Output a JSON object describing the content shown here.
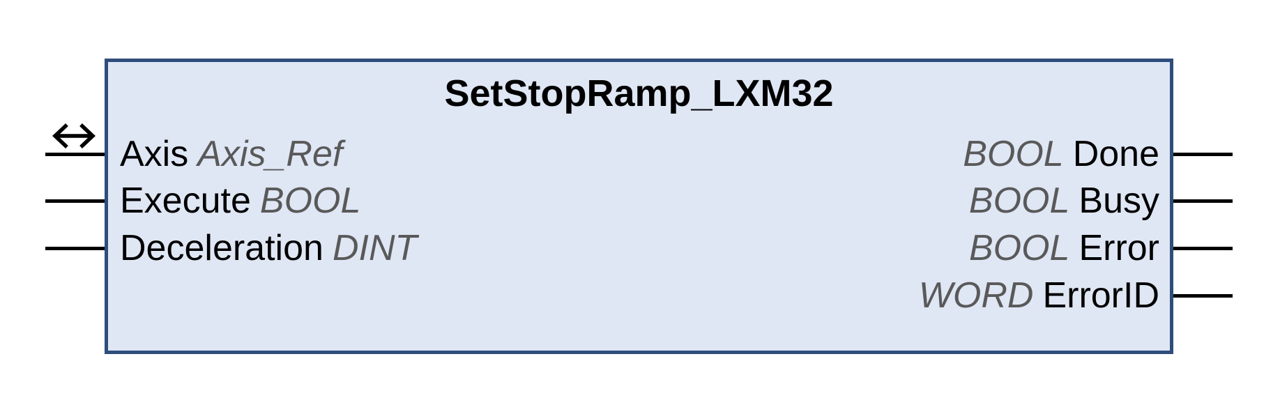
{
  "block": {
    "title": "SetStopRamp_LXM32",
    "inputs": [
      {
        "name": "Axis",
        "type": "Axis_Ref",
        "inout": true
      },
      {
        "name": "Execute",
        "type": "BOOL",
        "inout": false
      },
      {
        "name": "Deceleration",
        "type": "DINT",
        "inout": false
      }
    ],
    "outputs": [
      {
        "name": "Done",
        "type": "BOOL"
      },
      {
        "name": "Busy",
        "type": "BOOL"
      },
      {
        "name": "Error",
        "type": "BOOL"
      },
      {
        "name": "ErrorID",
        "type": "WORD"
      }
    ],
    "icons": {
      "inout_arrow": "left-right-arrow"
    },
    "colors": {
      "block_fill": "#dfe6f4",
      "block_border": "#2e4d7b",
      "pin_line": "#000000",
      "name_text": "#000000",
      "type_text": "#595959"
    }
  }
}
